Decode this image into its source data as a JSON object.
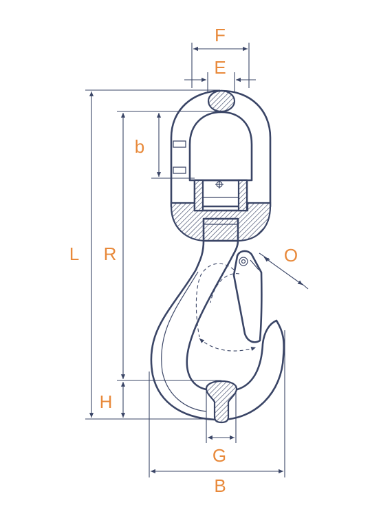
{
  "diagram": {
    "colors": {
      "line": "#3A4566",
      "label": "#E8893A",
      "background": "#ffffff"
    },
    "labels": {
      "F": "F",
      "E": "E",
      "b": "b",
      "L": "L",
      "R": "R",
      "O": "O",
      "H": "H",
      "G": "G",
      "B": "B"
    }
  }
}
